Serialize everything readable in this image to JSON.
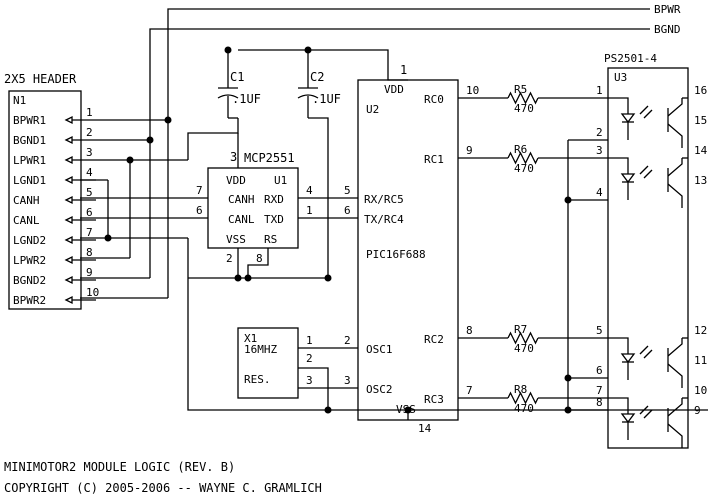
{
  "nets": {
    "bpwr": "BPWR",
    "bgnd": "BGND"
  },
  "header": {
    "title": "2X5 HEADER",
    "ref": "N1",
    "pins": [
      {
        "num": "1",
        "name": "BPWR1"
      },
      {
        "num": "2",
        "name": "BGND1"
      },
      {
        "num": "3",
        "name": "LPWR1"
      },
      {
        "num": "4",
        "name": "LGND1"
      },
      {
        "num": "5",
        "name": "CANH"
      },
      {
        "num": "6",
        "name": "CANL"
      },
      {
        "num": "7",
        "name": "LGND2"
      },
      {
        "num": "8",
        "name": "LPWR2"
      },
      {
        "num": "9",
        "name": "BGND2"
      },
      {
        "num": "10",
        "name": "BPWR2"
      }
    ]
  },
  "caps": {
    "c1": {
      "ref": "C1",
      "value": ".1UF"
    },
    "c2": {
      "ref": "C2",
      "value": ".1UF"
    }
  },
  "u1": {
    "part": "MCP2551",
    "ref": "U1",
    "vdd_pin": "3",
    "vdd": "VDD",
    "canh": "CANH",
    "canl": "CANL",
    "canh_pin": "7",
    "canl_pin": "6",
    "rxd": "RXD",
    "txd": "TXD",
    "rxd_pin": "4",
    "txd_pin": "1",
    "vss": "VSS",
    "rs": "RS",
    "vss_pin": "2",
    "rs_pin": "8"
  },
  "u2": {
    "part": "PIC16F688",
    "ref": "U2",
    "vdd": "VDD",
    "vdd_pin": "1",
    "rx": "RX/RC5",
    "tx": "TX/RC4",
    "rx_pin": "5",
    "tx_pin": "6",
    "osc1": "OSC1",
    "osc2": "OSC2",
    "osc1_pin": "2",
    "osc2_pin": "3",
    "vss": "VSS",
    "vss_pin": "14",
    "rc0": "RC0",
    "rc1": "RC1",
    "rc2": "RC2",
    "rc3": "RC3",
    "rc0_pin": "10",
    "rc1_pin": "9",
    "rc2_pin": "8",
    "rc3_pin": "7"
  },
  "resistors": [
    {
      "ref": "R5",
      "value": "470"
    },
    {
      "ref": "R6",
      "value": "470"
    },
    {
      "ref": "R7",
      "value": "470"
    },
    {
      "ref": "R8",
      "value": "470"
    }
  ],
  "u3": {
    "part": "PS2501-4",
    "ref": "U3",
    "left_pins": [
      "1",
      "2",
      "3",
      "4",
      "5",
      "6",
      "7",
      "8"
    ],
    "right_pins": [
      "16",
      "15",
      "14",
      "13",
      "12",
      "11",
      "10",
      "9"
    ]
  },
  "x1": {
    "ref": "X1",
    "freq": "16MHZ",
    "res": "RES.",
    "pins": [
      "1",
      "2",
      "3"
    ]
  },
  "footer": {
    "line1": "MINIMOTOR2 MODULE LOGIC (REV. B)",
    "line2": "COPYRIGHT (C) 2005-2006 -- WAYNE C. GRAMLICH"
  }
}
